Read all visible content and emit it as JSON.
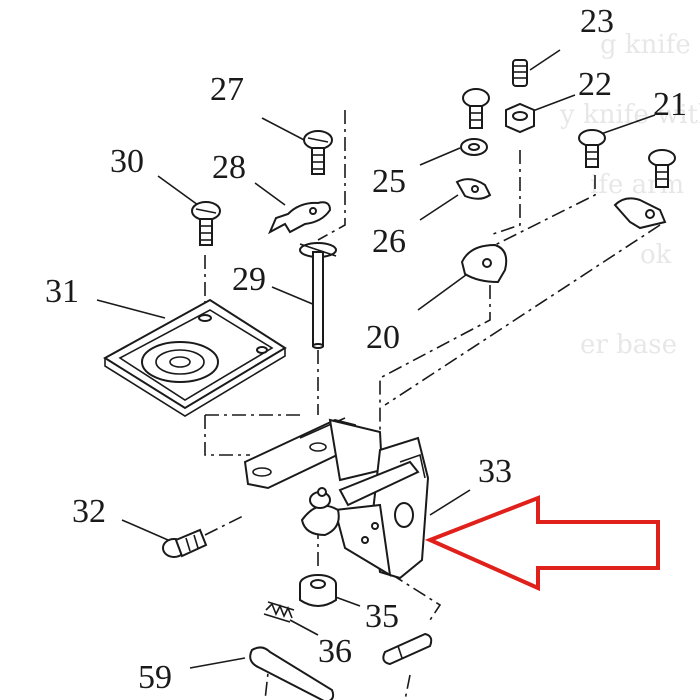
{
  "callouts": [
    {
      "id": "23",
      "text": "23"
    },
    {
      "id": "22",
      "text": "22"
    },
    {
      "id": "21",
      "text": "21"
    },
    {
      "id": "27",
      "text": "27"
    },
    {
      "id": "30",
      "text": "30"
    },
    {
      "id": "28",
      "text": "28"
    },
    {
      "id": "25",
      "text": "25"
    },
    {
      "id": "26",
      "text": "26"
    },
    {
      "id": "29",
      "text": "29"
    },
    {
      "id": "31",
      "text": "31"
    },
    {
      "id": "20",
      "text": "20"
    },
    {
      "id": "33",
      "text": "33"
    },
    {
      "id": "32",
      "text": "32"
    },
    {
      "id": "35",
      "text": "35"
    },
    {
      "id": "36",
      "text": "36"
    },
    {
      "id": "59",
      "text": "59"
    }
  ],
  "background_text": [
    {
      "text": "g knife"
    },
    {
      "text": "y knife with"
    },
    {
      "text": "ife arm"
    },
    {
      "text": "ok"
    },
    {
      "text": "er base"
    }
  ],
  "highlight": {
    "shape": "arrow",
    "color": "#e0201b",
    "points_to": "33"
  },
  "colors": {
    "line": "#1a1a1a",
    "arrow": "#e0201b",
    "background": "#ffffff"
  }
}
